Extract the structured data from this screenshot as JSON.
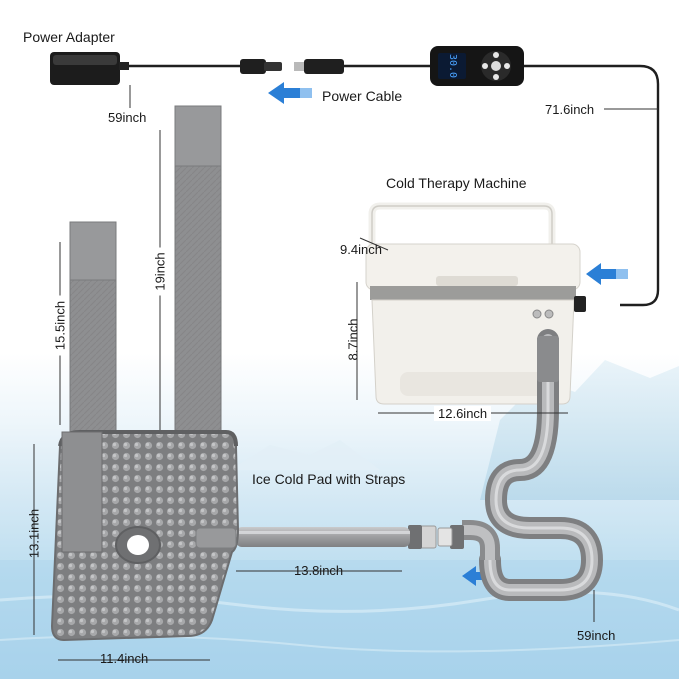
{
  "labels": {
    "power_adapter": "Power Adapter",
    "power_cable": "Power Cable",
    "adapter_cable_length": "59inch",
    "machine_cable_length": "71.6inch",
    "machine_title": "Cold Therapy Machine",
    "machine_depth": "9.4inch",
    "machine_height": "8.7inch",
    "machine_width": "12.6inch",
    "pad_title": "Ice Cold Pad with Straps",
    "strap_left_length": "15.5inch",
    "strap_right_length": "19inch",
    "pad_height": "13.1inch",
    "pad_width": "11.4inch",
    "hose_length": "13.8inch",
    "tube_length": "59inch"
  },
  "controller_display": "30.0",
  "colors": {
    "arrow_blue": "#2b7fd6",
    "cooler_body": "#efede8",
    "cooler_band": "#9a9a98",
    "pad_gray": "#8a8b8d",
    "tube_gray": "#a3a4a6"
  }
}
